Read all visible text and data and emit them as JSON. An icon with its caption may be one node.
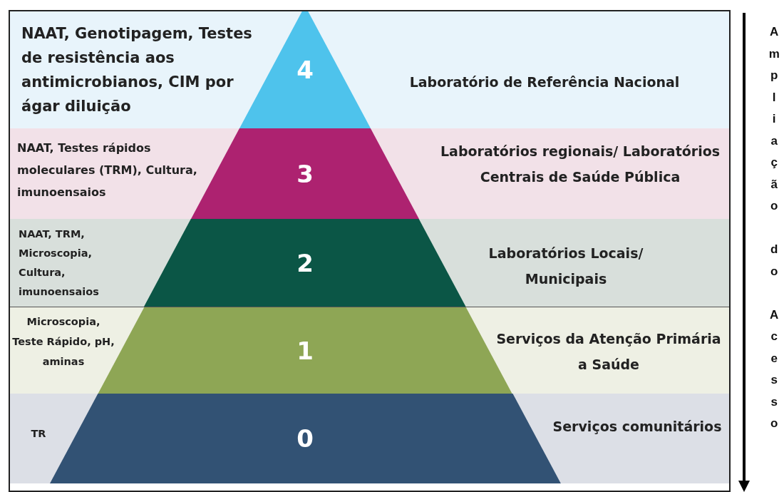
{
  "diagram": {
    "nodes": [
      {
        "text": [
          "NAAT, Genotipagem, Testes de resistência aos antimicrobianos, CIM por ágar diluição",
          "Laboratório de Referência Nacional"
        ]
      },
      {
        "text": [
          "4"
        ],
        "in": 0
      },
      {
        "text": [
          "NAAT, Testes rápidos moleculares (TRM), Cultura, imunoensaios",
          "Laboratórios regionais/ Laboratórios Centrais de Saúde Pública"
        ]
      },
      {
        "text": [
          "3"
        ],
        "in": 2
      },
      {
        "text": [
          "NAAT, TRM, Microscopia, Cultura, imunoensaios",
          "Laboratórios Locais/ Municipais"
        ]
      },
      {
        "text": [
          "2"
        ],
        "in": 4
      },
      {
        "text": [
          "Microscopia, Teste Rápido, pH, aminas",
          "Serviços da Atenção Primária a Saúde"
        ]
      },
      {
        "text": [
          "1"
        ],
        "in": 6
      },
      {
        "text": [
          "TR",
          "Serviços comunitários"
        ]
      },
      {
        "text": [
          "0"
        ],
        "in": 8
      }
    ],
    "labels": [
      "Ampliação do Acesso"
    ]
  }
}
